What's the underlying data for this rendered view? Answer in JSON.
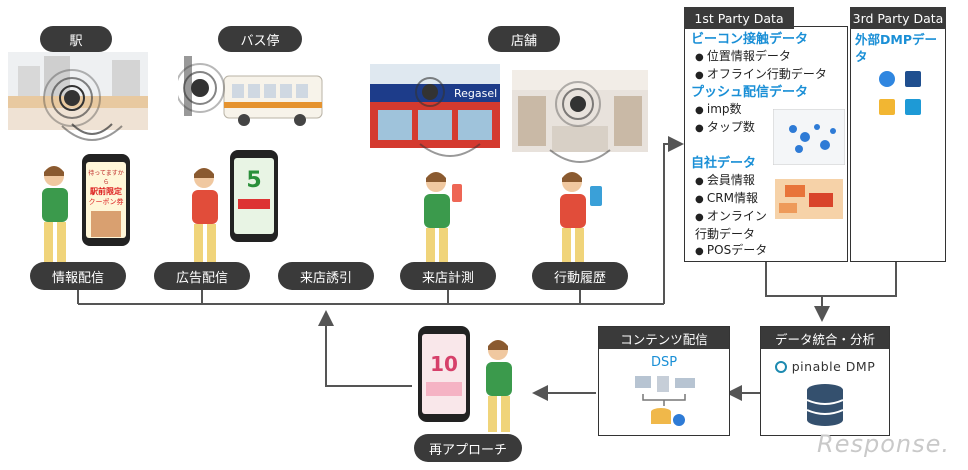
{
  "locations": [
    {
      "label": "駅"
    },
    {
      "label": "バス停"
    },
    {
      "label": "店舗"
    }
  ],
  "stages": [
    {
      "label": "情報配信"
    },
    {
      "label": "広告配信"
    },
    {
      "label": "来店誘引"
    },
    {
      "label": "来店計測"
    },
    {
      "label": "行動履歴"
    }
  ],
  "first_party": {
    "title": "1st Party Data",
    "beacon_heading": "ビーコン接触データ",
    "beacon_items": [
      "位置情報データ",
      "オフライン行動データ"
    ],
    "push_heading": "プッシュ配信データ",
    "push_items": [
      "imp数",
      "タップ数"
    ],
    "own_heading": "自社データ",
    "own_items": [
      "会員情報",
      "CRM情報",
      "オンライン行動データ",
      "POSデータ"
    ]
  },
  "third_party": {
    "title": "3rd Party Data",
    "heading": "外部DMPデータ"
  },
  "integration": {
    "title": "データ統合・分析",
    "logo_text": "pinable DMP"
  },
  "content": {
    "title": "コンテンツ配信",
    "sub": "DSP"
  },
  "reapproach": {
    "label": "再アプローチ"
  },
  "signs": {
    "coupon_top": "待ってますから",
    "coupon_mid": "駅前限定",
    "coupon_big": "クーポン券",
    "bus_big": "5",
    "store_name": "Regasel",
    "re_big": "10"
  },
  "watermark": "Response.",
  "colors": {
    "accent_blue": "#1a8fd6",
    "dark": "#3a3a3a",
    "line": "#555555"
  }
}
